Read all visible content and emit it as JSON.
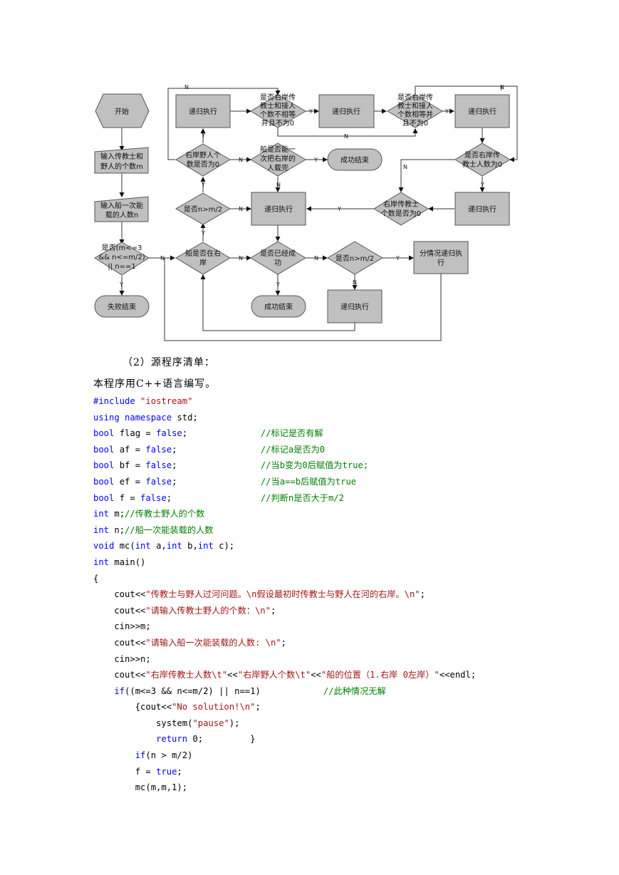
{
  "flowchart": {
    "start": "开始",
    "input_m": [
      "输入传教士和",
      "野人的个数m"
    ],
    "input_n": [
      "输入船一次能",
      "载的人数n"
    ],
    "cond_invalid": [
      "是否(m<=3",
      "&& n<=m/2)",
      "|| n==1"
    ],
    "fail_end": "失败结束",
    "recurse_1": "递归执行",
    "check_a_ne": [
      "是否右岸传",
      "教士和接人",
      "个数不相等",
      "并且不为0"
    ],
    "recurse_2": "递归执行",
    "check_a_eq": [
      "是否右岸传",
      "教士和接人",
      "个数相等并",
      "且不为0"
    ],
    "recurse_3": "递归执行",
    "right_savage_zero": [
      "右岸野人个",
      "数是否为0"
    ],
    "can_carry_all": [
      "船是否能一",
      "次把右岸的",
      "人载完"
    ],
    "success_end_1": "成功结束",
    "right_missionary_zero": [
      "是否右岸传",
      "教士人数为0"
    ],
    "check_n_half_a": "是否n>m/2",
    "recurse_center": "递归执行",
    "right_missionary_zero_2": [
      "右岸传教士",
      "个数是否为0"
    ],
    "recurse_right": "递归执行",
    "boat_on_right": [
      "船是否在右",
      "岸"
    ],
    "already_success": [
      "是否已经成",
      "功"
    ],
    "check_n_half_b": "是否n>m/2",
    "split_recurse": [
      "分情况递归执",
      "行"
    ],
    "success_end_2": "成功结束",
    "recurse_bottom": "递归执行",
    "yes": "Y",
    "no": "N"
  },
  "section_heading": "（2）源程序清单：",
  "intro": "本程序用C++语言编写。",
  "code": {
    "l1": {
      "a": "#include ",
      "b": "\"iostream\""
    },
    "l2": {
      "a": "using namespace",
      "b": " std;"
    },
    "l3": {
      "a": "bool",
      "b": " flag = ",
      "c": "false",
      "d": ";              ",
      "e": "//标记是否有解"
    },
    "l4": {
      "a": "bool",
      "b": " af = ",
      "c": "false",
      "d": ";                ",
      "e": "//标记a是否为0"
    },
    "l5": {
      "a": "bool",
      "b": " bf = ",
      "c": "false",
      "d": ";                ",
      "e": "//当b变为0后赋值为true;"
    },
    "l6": {
      "a": "bool",
      "b": " ef = ",
      "c": "false",
      "d": ";                ",
      "e": "//当a==b后赋值为true"
    },
    "l7": {
      "a": "bool",
      "b": " f = ",
      "c": "false",
      "d": ";                 ",
      "e": "//判断n是否大于m/2"
    },
    "l8": {
      "a": "int",
      "b": " m;",
      "c": "//传教士野人的个数"
    },
    "l9": {
      "a": "int",
      "b": " n;",
      "c": "//船一次能装载的人数"
    },
    "l10": {
      "a": "void",
      "b": " mc(",
      "c": "int",
      "d": " a,",
      "e": "int",
      "f": " b,",
      "g": "int",
      "h": " c);"
    },
    "l11": {
      "a": "int",
      "b": " main()"
    },
    "l12": "{",
    "l13": {
      "a": "    cout<<",
      "b": "\"传教士与野人过河问题。\\n假设最初时传教士与野人在河的右岸。\\n\"",
      "c": ";"
    },
    "l14": {
      "a": "    cout<<",
      "b": "\"请输入传教士野人的个数：\\n\"",
      "c": ";"
    },
    "l15": "    cin>>m;",
    "l16": {
      "a": "    cout<<",
      "b": "\"请输入船一次能装载的人数: \\n\"",
      "c": ";"
    },
    "l17": "    cin>>n;",
    "l18": {
      "a": "    cout<<",
      "b": "\"右岸传教士人数\\t\"",
      "c": "<<",
      "d": "\"右岸野人个数\\t\"",
      "e": "<<",
      "f": "\"船的位置（1.右岸 0左岸）\"",
      "g": "<<endl;"
    },
    "l19": {
      "a": "    if",
      "b": "((m<=3 && n<=m/2) || n==1)            ",
      "c": "//此种情况无解"
    },
    "l20": {
      "a": "        {cout<<",
      "b": "\"No solution!\\n\"",
      "c": ";"
    },
    "l21": {
      "a": "            system(",
      "b": "\"pause\"",
      "c": ");"
    },
    "l22": {
      "a": "            return",
      "b": " 0;         }"
    },
    "l23": {
      "a": "        if",
      "b": "(n > m/2)"
    },
    "l24": {
      "a": "        f = ",
      "b": "true",
      "c": ";"
    },
    "l25": "        mc(m,m,1);"
  }
}
